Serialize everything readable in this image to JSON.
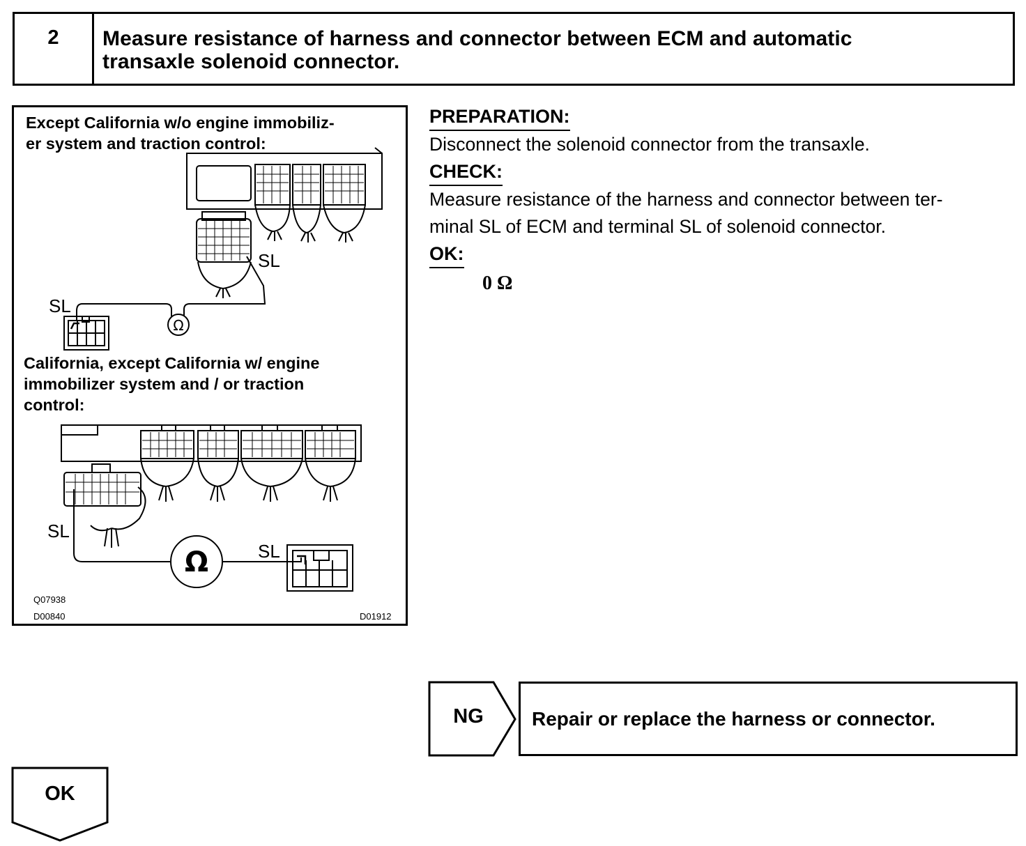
{
  "step": {
    "number": "2",
    "title_line1": "Measure resistance of harness and connector between ECM and automatic",
    "title_line2": "transaxle solenoid connector."
  },
  "figure": {
    "heading1_line1": "Except California w/o engine immobiliz-",
    "heading1_line2": "er system and traction control:",
    "heading2_line1": "California, except California w/ engine",
    "heading2_line2": "immobilizer system and / or traction",
    "heading2_line3": "control:",
    "terminal_label": "SL",
    "ohm_symbol": "Ω",
    "code1": "Q07938",
    "code2": "D00840",
    "code3": "D01912"
  },
  "instructions": {
    "preparation_label": "PREPARATION:",
    "preparation_text": "Disconnect the solenoid connector from the transaxle.",
    "check_label": "CHECK:",
    "check_text_line1": "Measure resistance of the harness and connector between ter-",
    "check_text_line2": "minal SL of ECM and terminal SL of solenoid connector.",
    "ok_label": "OK:",
    "ok_value": "0 Ω"
  },
  "ng_branch": {
    "label": "NG",
    "action": "Repair or replace the harness or connector."
  },
  "ok_branch": {
    "label": "OK"
  }
}
